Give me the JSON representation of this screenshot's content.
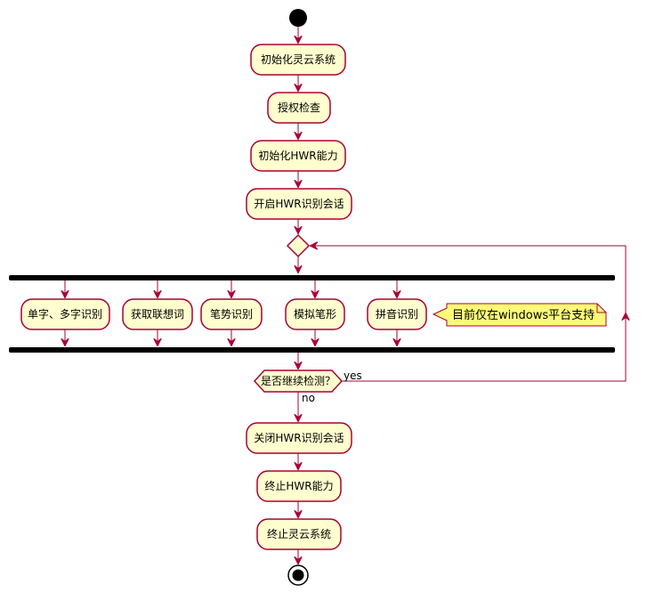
{
  "flow": {
    "steps": {
      "init_system": "初始化灵云系统",
      "auth_check": "授权检查",
      "init_hwr": "初始化HWR能力",
      "start_session": "开启HWR识别会话",
      "single_multi": "单字、多字识别",
      "associate": "获取联想词",
      "stroke_gesture": "笔势识别",
      "simulate_stroke": "模拟笔形",
      "pinyin": "拼音识别",
      "close_session": "关闭HWR识别会话",
      "stop_hwr": "终止HWR能力",
      "stop_system": "终止灵云系统"
    },
    "note": "目前仅在windows平台支持",
    "decision": {
      "question": "是否继续检测？",
      "yes": "yes",
      "no": "no"
    }
  },
  "colors": {
    "node_fill": "#FEFECE",
    "node_border": "#A80036",
    "arrow": "#A80036",
    "note_fill": "#FBFB77",
    "bar": "#000000"
  }
}
